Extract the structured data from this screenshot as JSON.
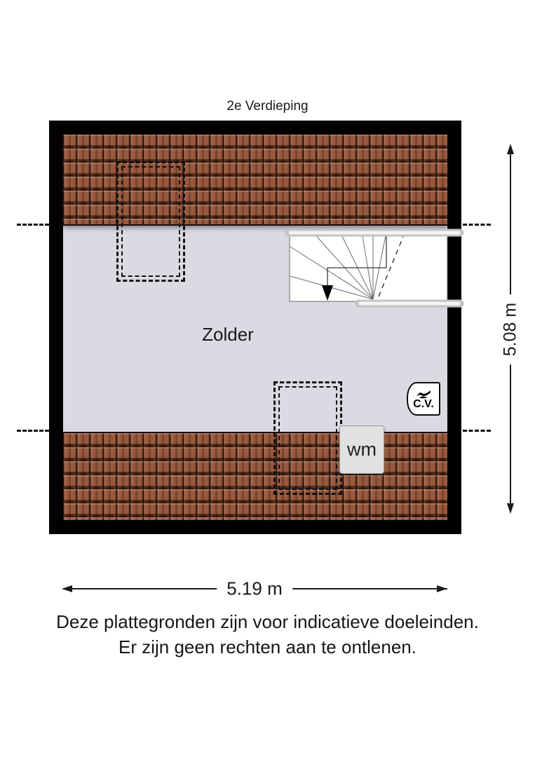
{
  "title": "2e Verdieping",
  "plan": {
    "room_label": "Zolder",
    "washing_machine_label": "wm",
    "boiler_label": "C.V."
  },
  "dimensions": {
    "height_label": "5.08 m",
    "width_label": "5.19 m"
  },
  "disclaimer": {
    "line1": "Deze plattegronden zijn voor indicatieve doeleinden.",
    "line2": "Er zijn geen rechten aan te ontlenen."
  },
  "icons": {
    "boiler": "flame-icon",
    "stairs_direction": "down-arrow-icon"
  },
  "colors": {
    "wall": "#000000",
    "floor": "#d9dae2",
    "roof_tile": "#99593d",
    "roof_tile_dark": "#2a1008",
    "stair_rail": "#c8c8c8",
    "appliance_fill": "#e1e1df",
    "dimension_line": "#1a1a1a"
  }
}
